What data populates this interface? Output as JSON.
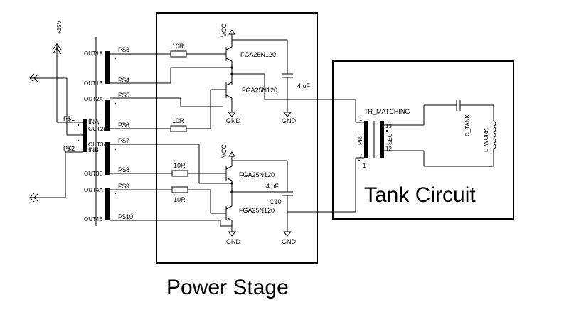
{
  "supply": {
    "plus15v": "+15V"
  },
  "pins": {
    "inputs": [
      "P$1",
      "P$2"
    ],
    "outputs": [
      "P$3",
      "P$4",
      "P$5",
      "P$6",
      "P$7",
      "P$8",
      "P$9",
      "P$10"
    ]
  },
  "driver": {
    "in_a": "INA",
    "in_b": "INB",
    "outs": [
      "OUT1A",
      "OUT1B",
      "OUT2A",
      "OUT2B",
      "OUT3A",
      "OUT3B",
      "OUT4A",
      "OUT4B"
    ]
  },
  "power_stage": {
    "title": "Power Stage",
    "vcc": "VCC",
    "gnd": "GND",
    "transistor": "FGA25N120",
    "resistor": "10R",
    "cap_value": "4 uF",
    "cap_ref": "C10"
  },
  "tank": {
    "title": "Tank Circuit",
    "transformer": "TR_MATCHING",
    "pri": "PRI",
    "sec": "SEC",
    "pin1": "1",
    "pin7": "7",
    "pin13": "13",
    "pin12": "12",
    "pin1b": "1",
    "cap": "C_TANK",
    "inductor": "L_WORK"
  },
  "colors": {
    "ink": "#000000",
    "paper": "#ffffff"
  }
}
